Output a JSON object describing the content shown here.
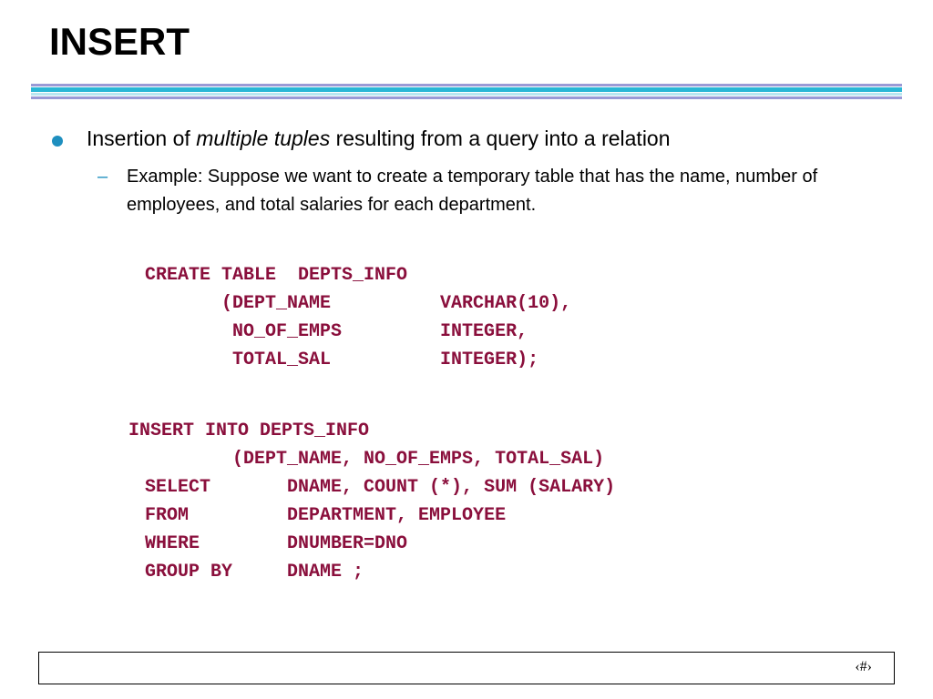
{
  "slide": {
    "title": "INSERT",
    "bullet": {
      "prefix": "Insertion of ",
      "emphasis": "multiple tuples",
      "suffix": " resulting from a query into a relation"
    },
    "sub_bullet": {
      "dash": "–",
      "text": "Example: Suppose we want to create a temporary table that has the name, number of employees, and total salaries for each department."
    },
    "create_sql": "CREATE TABLE  DEPTS_INFO\n       (DEPT_NAME          VARCHAR(10),\n        NO_OF_EMPS         INTEGER,\n        TOTAL_SAL          INTEGER);",
    "insert_sql_first": "INSERT INTO DEPTS_INFO",
    "insert_sql_rest": "         (DEPT_NAME, NO_OF_EMPS, TOTAL_SAL)\n SELECT       DNAME, COUNT (*), SUM (SALARY)\n FROM         DEPARTMENT, EMPLOYEE\n WHERE        DNUMBER=DNO\n GROUP BY     DNAME ;",
    "footer_number": "‹#›"
  },
  "colors": {
    "code": "#8a0f3c",
    "bullet": "#1e8fbf",
    "rule_primary": "#2ab7d6",
    "rule_secondary": "#9a9ad6"
  }
}
